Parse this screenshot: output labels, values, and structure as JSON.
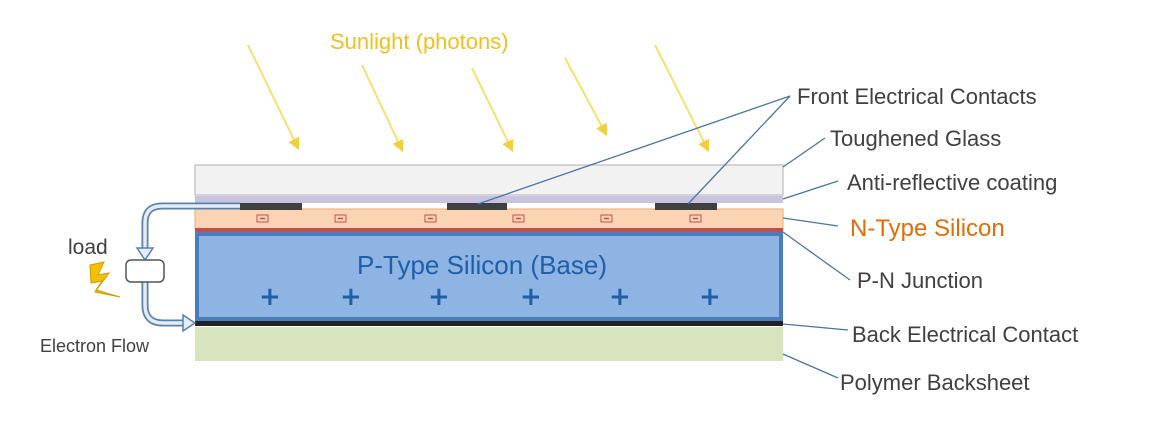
{
  "sunlight_label": "Sunlight (photons)",
  "labels": {
    "front_contacts": "Front Electrical Contacts",
    "glass": "Toughened Glass",
    "anti_reflective": "Anti-reflective coating",
    "n_type": "N-Type Silicon",
    "pn_junction": "P-N Junction",
    "back_contact": "Back Electrical Contact",
    "backsheet": "Polymer Backsheet"
  },
  "p_type_label": "P-Type Silicon (Base)",
  "load_label": "load",
  "electron_flow_label": "Electron Flow",
  "charge_symbols": {
    "positive": "+",
    "negative": "−"
  },
  "colors": {
    "sunlight": "#f0c020",
    "glass": "#f2f2f2",
    "anti_reflective": "#c9c3e0",
    "n_type": "#fbd4b4",
    "pn_junction": "#c0504d",
    "p_type": "#8db4e2",
    "p_type_border": "#4a7ebb",
    "back_contact": "#222222",
    "backsheet": "#d7e4bd",
    "n_type_text": "#e36c0a",
    "p_type_text": "#1f5fa8"
  }
}
